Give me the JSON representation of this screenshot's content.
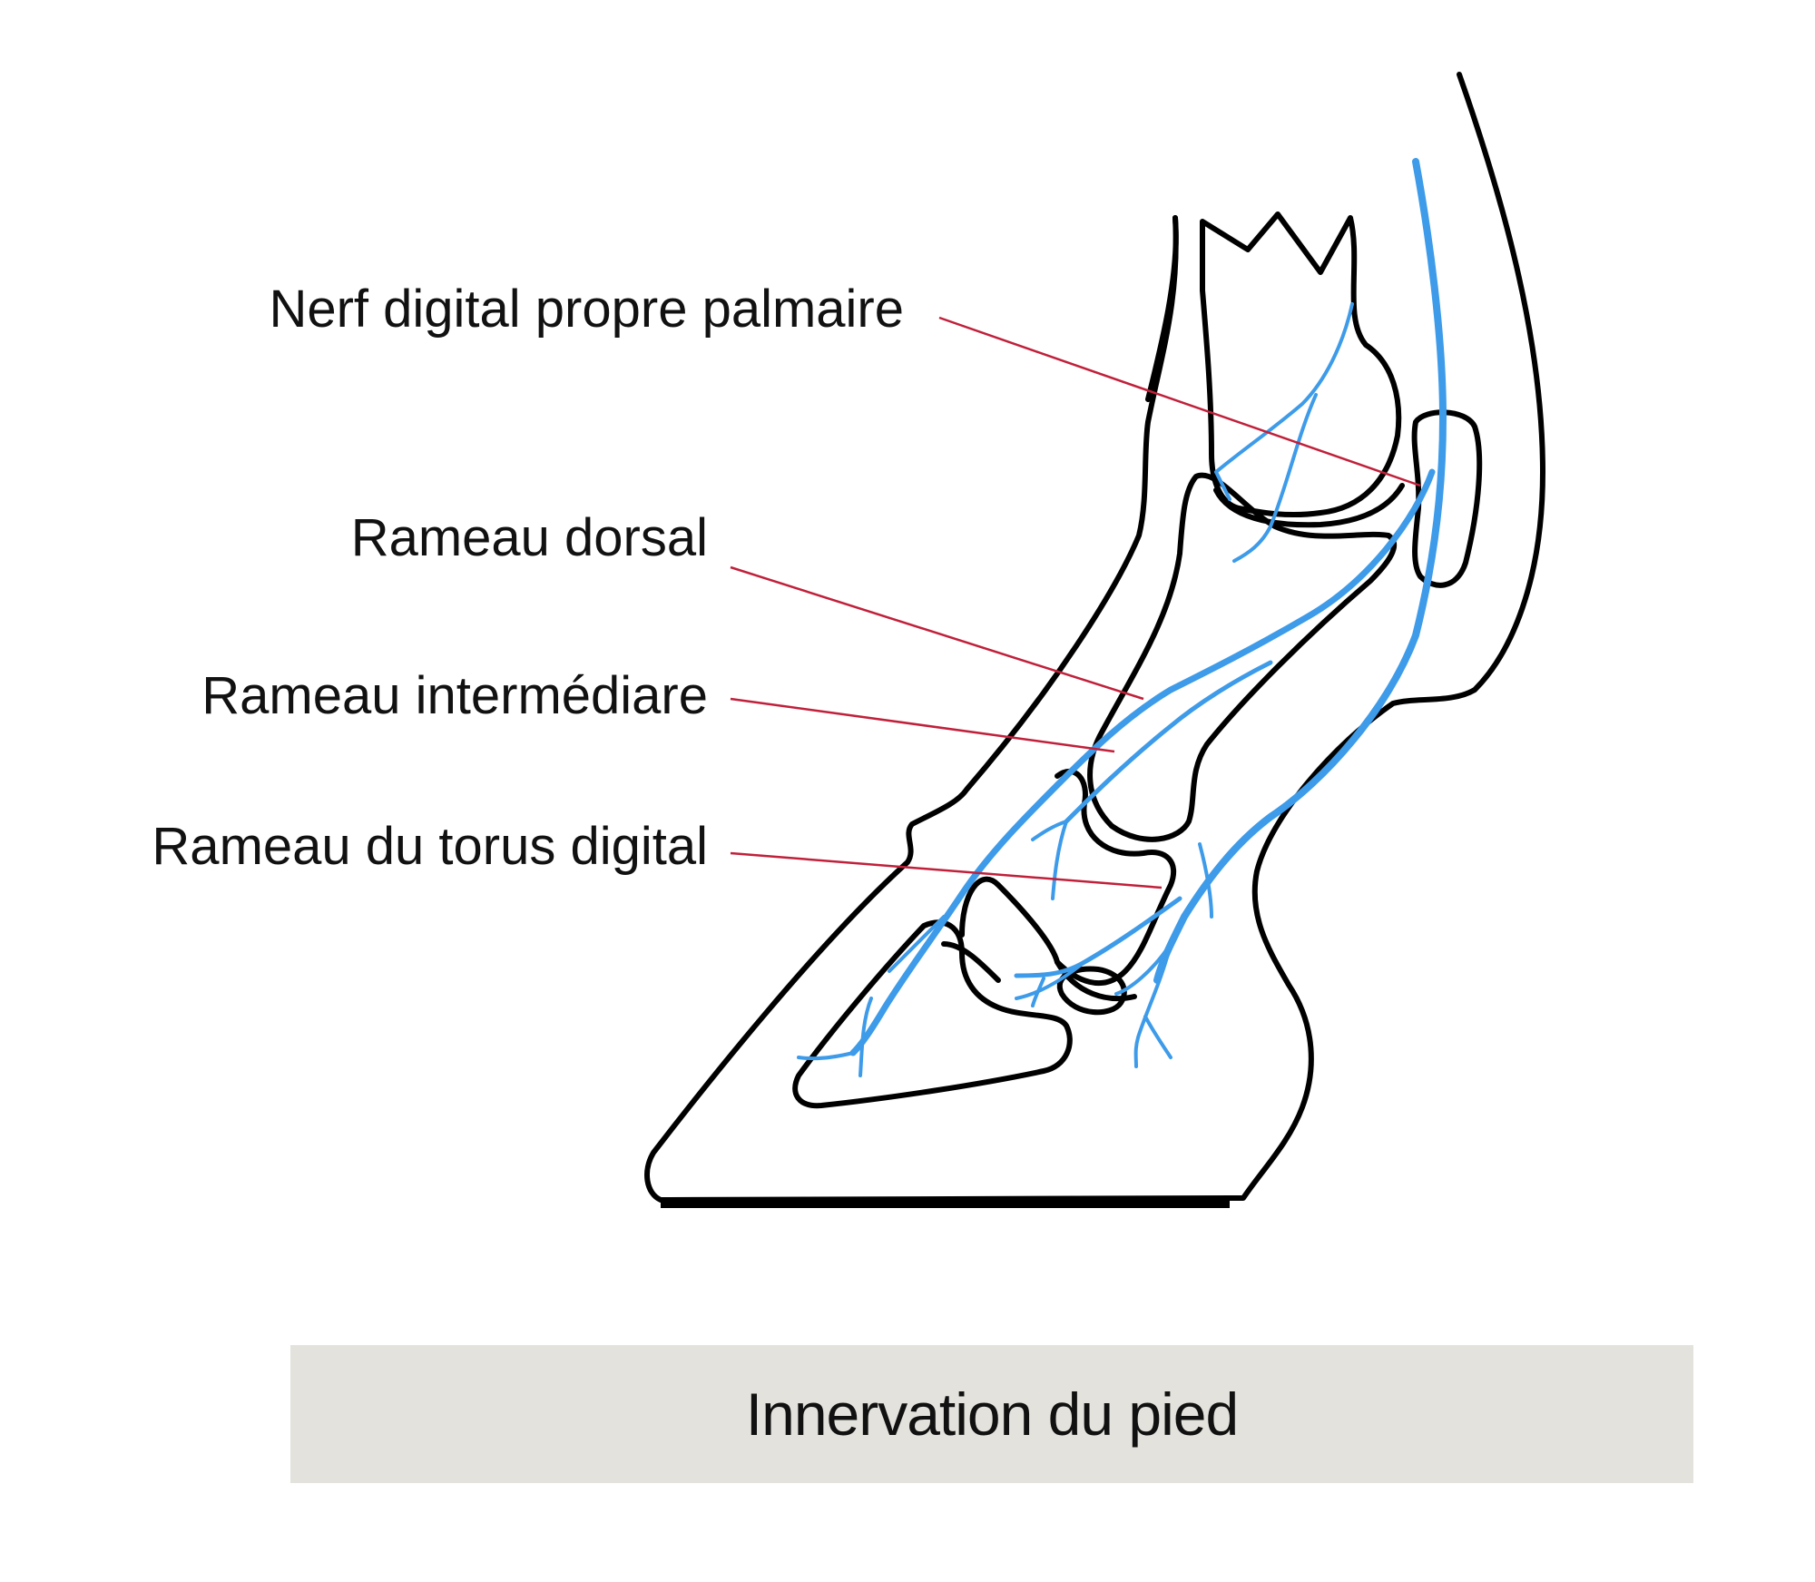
{
  "labels": {
    "nerf_digital": "Nerf digital propre palmaire",
    "rameau_dorsal": "Rameau dorsal",
    "rameau_intermediaire": "Rameau intermédiare",
    "rameau_torus": "Rameau du torus digital"
  },
  "caption": "Innervation du pied",
  "colors": {
    "outline": "#000000",
    "nerve": "#3d9be9",
    "leader": "#c0203a",
    "caption_bg": "#e3e2dc"
  }
}
